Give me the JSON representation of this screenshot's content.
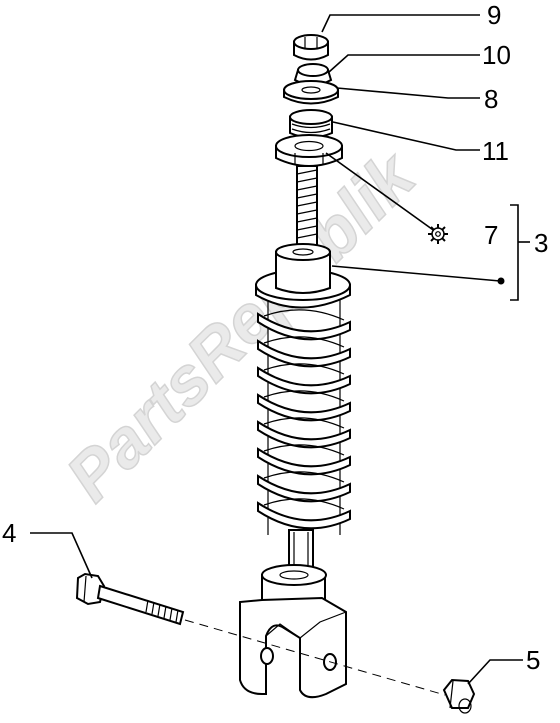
{
  "watermark": "PartsRepublik",
  "callouts": {
    "c9": "9",
    "c10": "10",
    "c8": "8",
    "c11": "11",
    "c7": "7",
    "c3": "3",
    "c4": "4",
    "c5": "5"
  },
  "icons": {
    "gear_marker": "gear-icon"
  }
}
